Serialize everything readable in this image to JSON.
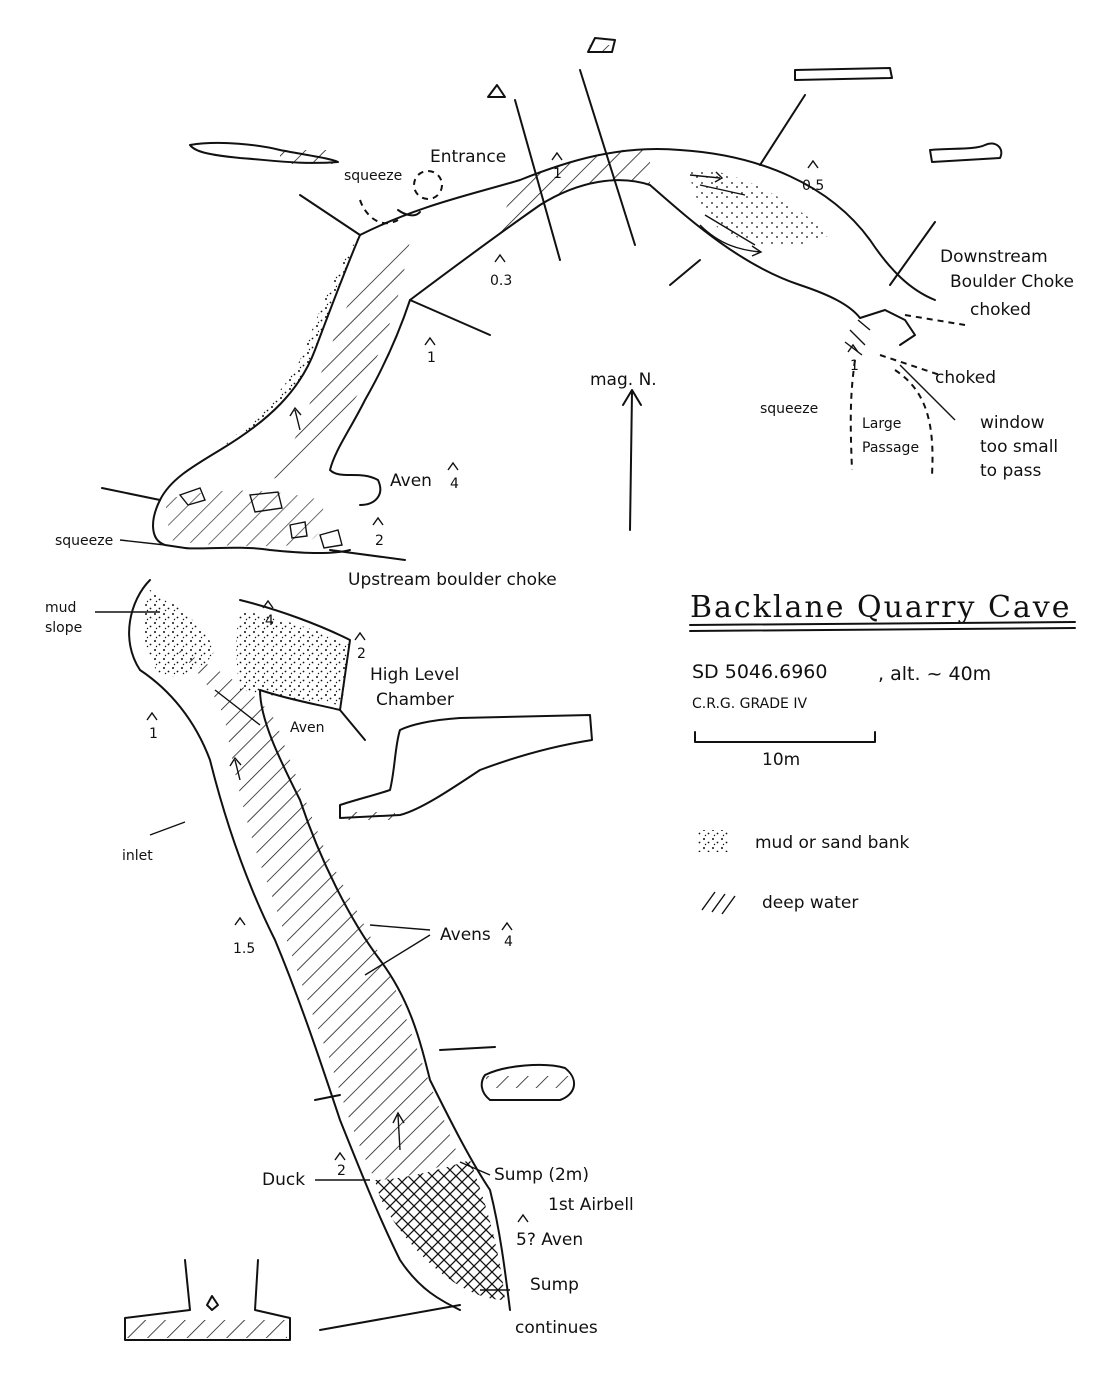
{
  "title": "Backlane Quarry Cave",
  "grid_ref": "SD 5046.6960",
  "altitude": ", alt. ~ 40m",
  "grade": "C.R.G. GRADE IV",
  "scale_label": "10m",
  "north_label": "mag. N.",
  "legend": {
    "mud_label": "mud or sand bank",
    "water_label": "deep water"
  },
  "labels": {
    "entrance": "Entrance",
    "squeeze_top": "squeeze",
    "downstream_choke_1": "Downstream",
    "downstream_choke_2": "Boulder Choke",
    "choked_1": "choked",
    "choked_2": "choked",
    "squeeze_right": "squeeze",
    "large_passage_1": "Large",
    "large_passage_2": "Passage",
    "window_1": "window",
    "window_2": "too small",
    "window_3": "to pass",
    "aven_top": "Aven",
    "squeeze_left": "squeeze",
    "upstream_choke": "Upstream boulder choke",
    "mud_slope_1": "mud",
    "mud_slope_2": "slope",
    "high_level_1": "High Level",
    "high_level_2": "Chamber",
    "aven_mid": "Aven",
    "inlet": "inlet",
    "avens": "Avens",
    "duck": "Duck",
    "sump_2m": "Sump (2m)",
    "first_airbell": "1st Airbell",
    "aven_bottom": "5? Aven",
    "sump_1": "Sump",
    "sump_2": "continues"
  },
  "heights": {
    "h_entrance": "1",
    "h_03": "0.3",
    "h_05": "0.5",
    "h_1_right": "1",
    "h_1_mid": "1",
    "h_4_aven": "4",
    "h_2_choke": "2",
    "h_4_chamber": "4",
    "h_2_chamber": "2",
    "h_1_left": "1",
    "h_15": "1.5",
    "h_4_avens": "4",
    "h_2_duck": "2"
  }
}
